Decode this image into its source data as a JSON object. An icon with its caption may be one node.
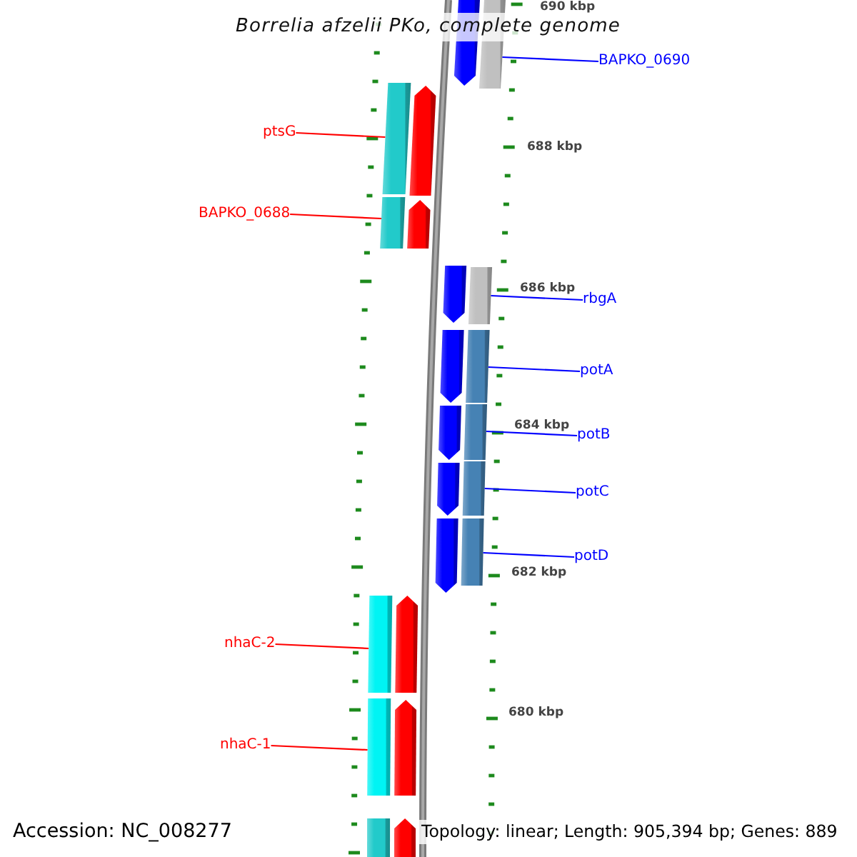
{
  "diagram": {
    "title": "Borrelia afzelii PKo, complete genome",
    "nodes": [
      {
        "text": [
          "BAPKO_0690"
        ]
      },
      {
        "text": [
          "ptsG"
        ]
      },
      {
        "text": [
          "BAPKO_0688"
        ]
      },
      {
        "text": [
          "rbgA"
        ]
      },
      {
        "text": [
          "potA"
        ]
      },
      {
        "text": [
          "potB"
        ]
      },
      {
        "text": [
          "potC"
        ]
      },
      {
        "text": [
          "potD"
        ]
      },
      {
        "text": [
          "nhaC-2"
        ]
      },
      {
        "text": [
          "nhaC-1"
        ]
      },
      {
        "text": [],
        "shape": "arrow"
      },
      {
        "text": [],
        "shape": "bar"
      },
      {
        "text": [],
        "shape": "bar"
      },
      {
        "text": [],
        "shape": "arrow"
      },
      {
        "text": [],
        "shape": "bar"
      },
      {
        "text": [],
        "shape": "arrow"
      },
      {
        "text": [],
        "shape": "arrow"
      },
      {
        "text": [],
        "shape": "bar"
      },
      {
        "text": [],
        "shape": "arrow"
      },
      {
        "text": [],
        "shape": "bar"
      },
      {
        "text": [],
        "shape": "arrow"
      },
      {
        "text": [],
        "shape": "bar"
      },
      {
        "text": [],
        "shape": "arrow"
      },
      {
        "text": [],
        "shape": "bar"
      },
      {
        "text": [],
        "shape": "arrow"
      },
      {
        "text": [],
        "shape": "bar"
      },
      {
        "text": [],
        "shape": "bar"
      },
      {
        "text": [],
        "shape": "arrow"
      },
      {
        "text": [],
        "shape": "bar"
      },
      {
        "text": [],
        "shape": "arrow"
      },
      {
        "text": [],
        "shape": "bar"
      },
      {
        "text": [],
        "shape": "arrow"
      }
    ],
    "edges": [
      {
        "from": 0,
        "to": 11,
        "arrow": "none"
      },
      {
        "from": 1,
        "to": 12,
        "arrow": "none",
        "color": "#ff0000"
      },
      {
        "from": 2,
        "to": 14,
        "arrow": "none",
        "color": "#ff0000"
      },
      {
        "from": 3,
        "to": 17,
        "arrow": "none"
      },
      {
        "from": 4,
        "to": 19,
        "arrow": "none"
      },
      {
        "from": 5,
        "to": 21,
        "arrow": "none"
      },
      {
        "from": 6,
        "to": 23,
        "arrow": "none"
      },
      {
        "from": 7,
        "to": 25,
        "arrow": "none"
      },
      {
        "from": 8,
        "to": 26,
        "arrow": "none",
        "color": "#ff0000"
      },
      {
        "from": 9,
        "to": 28,
        "arrow": "none",
        "color": "#ff0000"
      }
    ],
    "labels": [
      "690 kbp",
      "688 kbp",
      "686 kbp",
      "684 kbp",
      "682 kbp",
      "680 kbp",
      "Accession: NC_008277",
      "Topology: linear; Length: 905,394 bp; Genes: 889"
    ]
  }
}
